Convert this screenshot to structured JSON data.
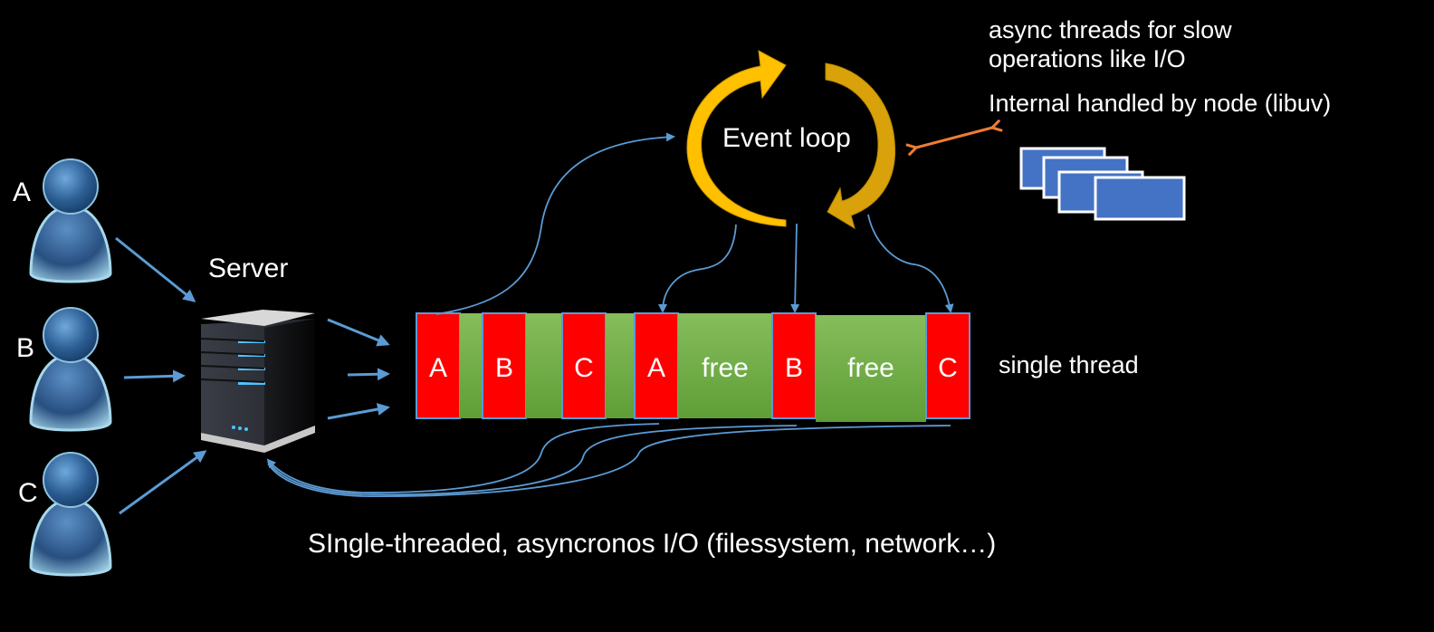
{
  "clients": [
    {
      "label": "A"
    },
    {
      "label": "B"
    },
    {
      "label": "C"
    }
  ],
  "server": {
    "label": "Server"
  },
  "event_loop": {
    "label": "Event loop"
  },
  "async_note": {
    "lines": [
      "async threads for slow",
      "operations like I/O",
      "Internal handled by node (libuv)"
    ]
  },
  "thread_timeline": {
    "label": "single thread",
    "segments": [
      {
        "type": "task",
        "label": "A"
      },
      {
        "type": "idle",
        "label": ""
      },
      {
        "type": "task",
        "label": "B"
      },
      {
        "type": "idle",
        "label": ""
      },
      {
        "type": "task",
        "label": "C"
      },
      {
        "type": "idle",
        "label": ""
      },
      {
        "type": "task",
        "label": "A"
      },
      {
        "type": "free",
        "label": "free"
      },
      {
        "type": "task",
        "label": "B"
      },
      {
        "type": "free",
        "label": "free"
      },
      {
        "type": "task",
        "label": "C"
      }
    ]
  },
  "caption": "SIngle-threaded, asyncronos I/O (filessystem, network…)",
  "colors": {
    "task": "#ff0000",
    "free": "#70ad47",
    "arrow": "#5b9bd5",
    "loop": "#ffc000",
    "bidirectional_arrow": "#ed7d31",
    "thread_box": "#4472c4"
  }
}
